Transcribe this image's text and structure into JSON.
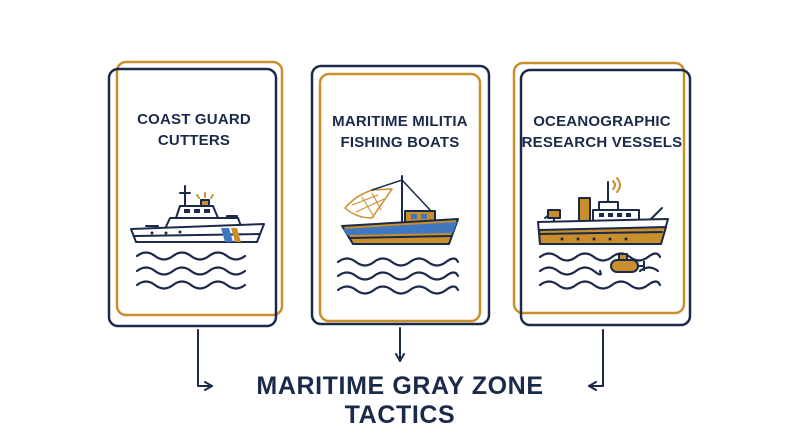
{
  "colors": {
    "navy": "#1b2a4a",
    "gold": "#c98f2c",
    "blue": "#3f77c1",
    "white": "#ffffff"
  },
  "cards": [
    {
      "label_line1": "COAST GUARD",
      "label_line2": "CUTTERS",
      "icon": "coast-guard-cutter-icon"
    },
    {
      "label_line1": "MARITIME MILITIA",
      "label_line2": "FISHING BOATS",
      "icon": "fishing-trawler-icon"
    },
    {
      "label_line1": "OCEANOGRAPHIC",
      "label_line2": "RESEARCH VESSELS",
      "icon": "research-vessel-icon"
    }
  ],
  "title": "MARITIME GRAY ZONE TACTICS"
}
